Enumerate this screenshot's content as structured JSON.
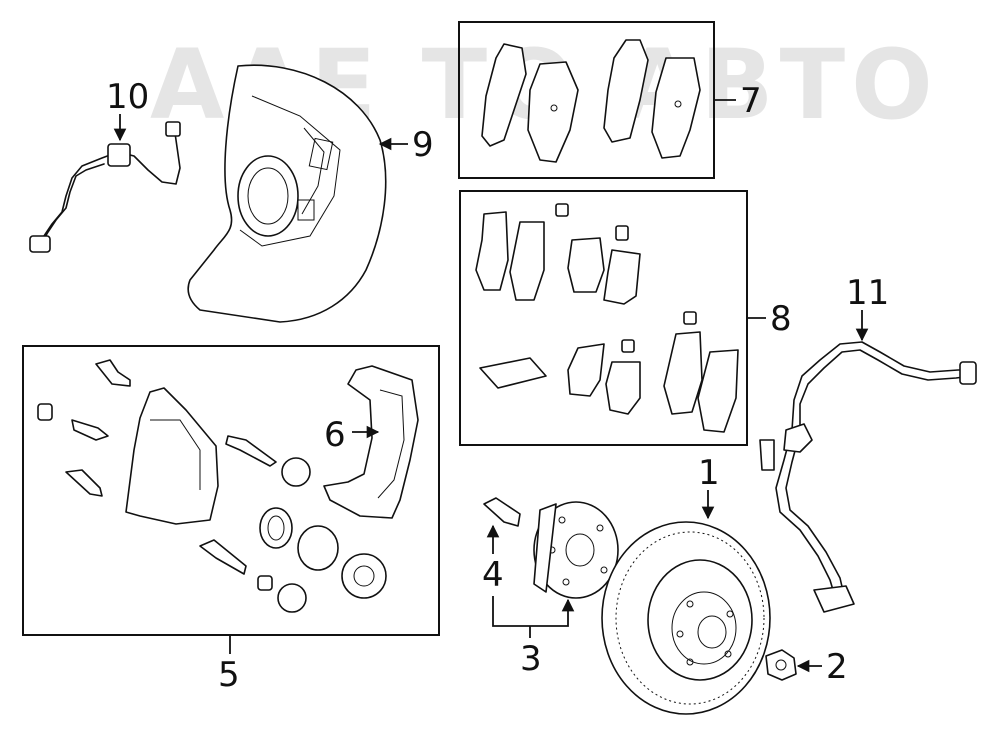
{
  "watermark": "AAE TO ABTO",
  "callouts": {
    "c1": "1",
    "c2": "2",
    "c3": "3",
    "c4": "4",
    "c5": "5",
    "c6": "6",
    "c7": "7",
    "c8": "8",
    "c9": "9",
    "c10": "10",
    "c11": "11"
  }
}
